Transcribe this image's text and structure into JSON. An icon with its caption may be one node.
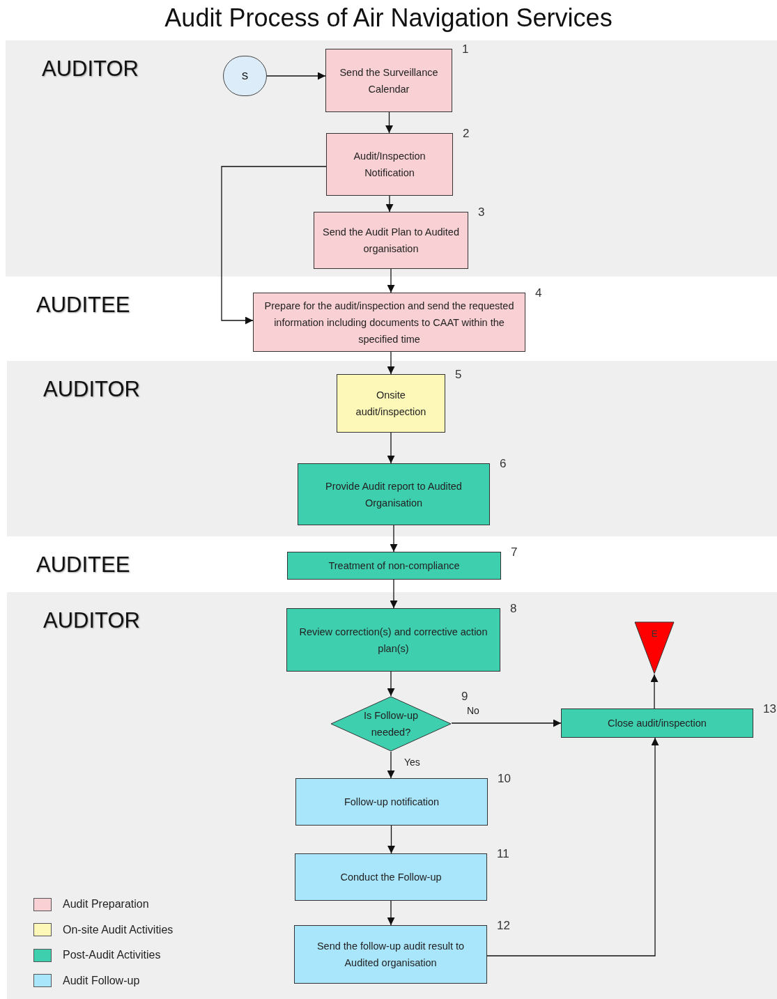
{
  "diagram": {
    "title": "Audit Process of Air Navigation Services",
    "nodes": [
      {
        "text": [
          "AUDITOR"
        ]
      },
      {
        "text": [
          "S"
        ],
        "in": 0
      },
      {
        "text": [
          "Send the Surveillance Calendar"
        ],
        "in": 0,
        "beside": [
          "1"
        ]
      },
      {
        "text": [
          "Audit/Inspection Notification"
        ],
        "in": 0,
        "beside": [
          "2"
        ]
      },
      {
        "text": [
          "Send the Audit Plan to Audited organisation"
        ],
        "in": 0,
        "beside": [
          "3"
        ]
      },
      {
        "text": [
          "AUDITEE"
        ]
      },
      {
        "text": [
          "Prepare for the audit/inspection and send the requested information including documents to CAAT within the specified time"
        ],
        "in": 5,
        "beside": [
          "4"
        ]
      },
      {
        "text": [
          "AUDITOR"
        ]
      },
      {
        "text": [
          "Onsite audit/inspection"
        ],
        "in": 7,
        "beside": [
          "5"
        ]
      },
      {
        "text": [
          "Provide Audit report to Audited Organisation"
        ],
        "in": 7,
        "beside": [
          "6"
        ]
      },
      {
        "text": [
          "AUDITEE"
        ]
      },
      {
        "text": [
          "Treatment of non-compliance"
        ],
        "in": 10,
        "beside": [
          "7"
        ]
      },
      {
        "text": [
          "AUDITOR"
        ]
      },
      {
        "text": [
          "Review correction(s) and corrective action plan(s)"
        ],
        "in": 12,
        "beside": [
          "8"
        ]
      },
      {
        "text": [
          "E"
        ],
        "in": 12
      },
      {
        "text": [
          "Is Follow-up needed?"
        ],
        "in": 12,
        "beside": [
          "9"
        ]
      },
      {
        "text": [
          "Close audit/inspection"
        ],
        "in": 12,
        "beside": [
          "13"
        ]
      },
      {
        "text": [
          "Follow-up notification"
        ],
        "in": 12,
        "beside": [
          "10"
        ]
      },
      {
        "text": [
          "Conduct the Follow-up"
        ],
        "in": 12,
        "beside": [
          "11"
        ]
      },
      {
        "text": [
          "Send the follow-up audit result to Audited organisation"
        ],
        "in": 12,
        "beside": [
          "12"
        ]
      }
    ],
    "edges": [
      {
        "from": 1,
        "to": 2,
        "arrow": "to"
      },
      {
        "from": 2,
        "to": 3,
        "arrow": "to"
      },
      {
        "from": 3,
        "to": 4,
        "arrow": "to"
      },
      {
        "from": 3,
        "to": 6,
        "arrow": "to"
      },
      {
        "from": 4,
        "to": 6,
        "arrow": "to"
      },
      {
        "from": 6,
        "to": 8,
        "arrow": "to"
      },
      {
        "from": 8,
        "to": 9,
        "arrow": "to"
      },
      {
        "from": 9,
        "to": 11,
        "arrow": "to"
      },
      {
        "from": 11,
        "to": 13,
        "arrow": "to"
      },
      {
        "from": 13,
        "to": 15,
        "arrow": "to"
      },
      {
        "from": 15,
        "to": 16,
        "arrow": "to",
        "label": "No"
      },
      {
        "from": 15,
        "to": 17,
        "arrow": "to",
        "label": "Yes"
      },
      {
        "from": 17,
        "to": 18,
        "arrow": "to"
      },
      {
        "from": 18,
        "to": 19,
        "arrow": "to"
      },
      {
        "from": 19,
        "to": 16,
        "arrow": "to"
      },
      {
        "from": 16,
        "to": 14,
        "arrow": "to"
      }
    ],
    "legend": [
      {
        "text": "Audit Preparation",
        "color": "#f9d0d3"
      },
      {
        "text": "On-site Audit Activities",
        "color": "#fdf8b8"
      },
      {
        "text": "Post-Audit Activities",
        "color": "#3ecfae"
      },
      {
        "text": "Audit Follow-up",
        "color": "#a9e5fb"
      }
    ]
  }
}
